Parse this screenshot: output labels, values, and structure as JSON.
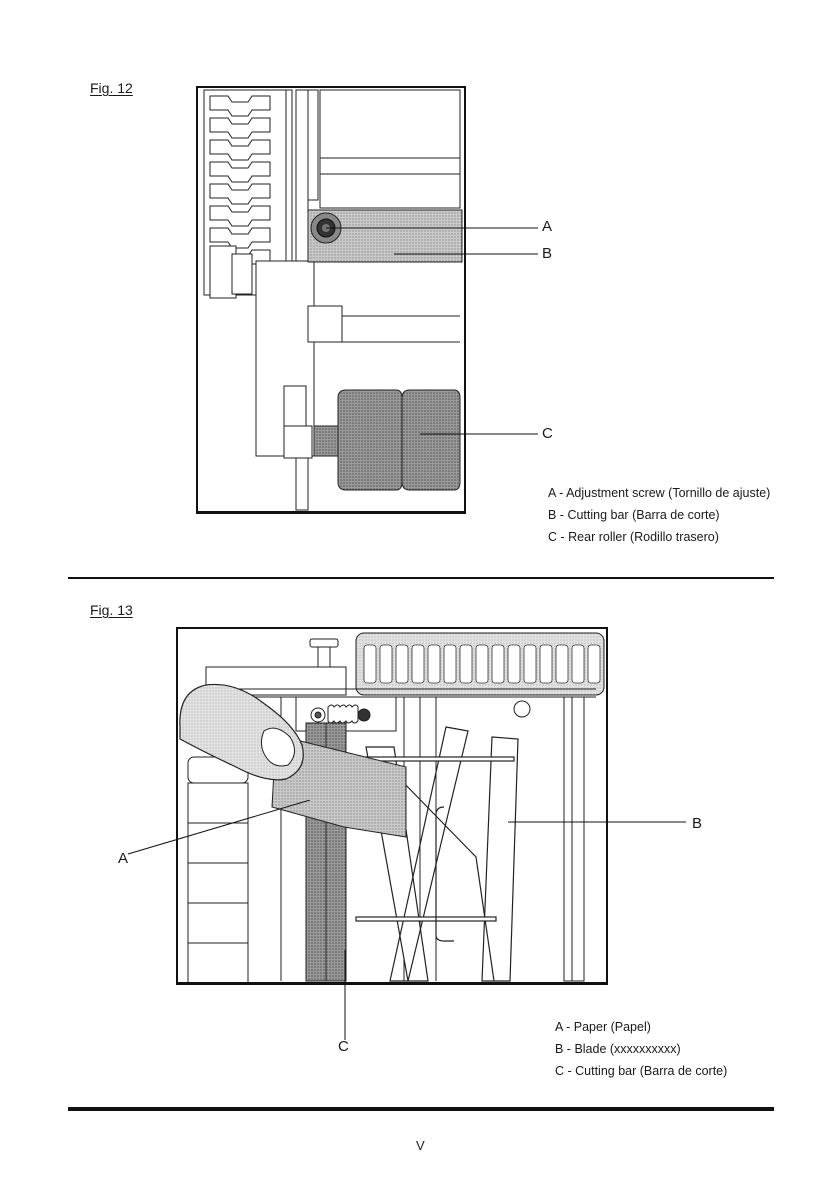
{
  "fig12": {
    "label": "Fig. 12",
    "callouts": [
      "A",
      "B",
      "C"
    ],
    "legend": [
      "A - Adjustment screw (Tornillo de ajuste)",
      "B - Cutting bar (Barra de corte)",
      "C - Rear roller (Rodillo trasero)"
    ]
  },
  "fig13": {
    "label": "Fig. 13",
    "callouts": [
      "A",
      "B",
      "C"
    ],
    "legend": [
      "A - Paper (Papel)",
      "B - Blade (xxxxxxxxxx)",
      "C - Cutting bar (Barra de corte)"
    ]
  },
  "page_number": "V"
}
